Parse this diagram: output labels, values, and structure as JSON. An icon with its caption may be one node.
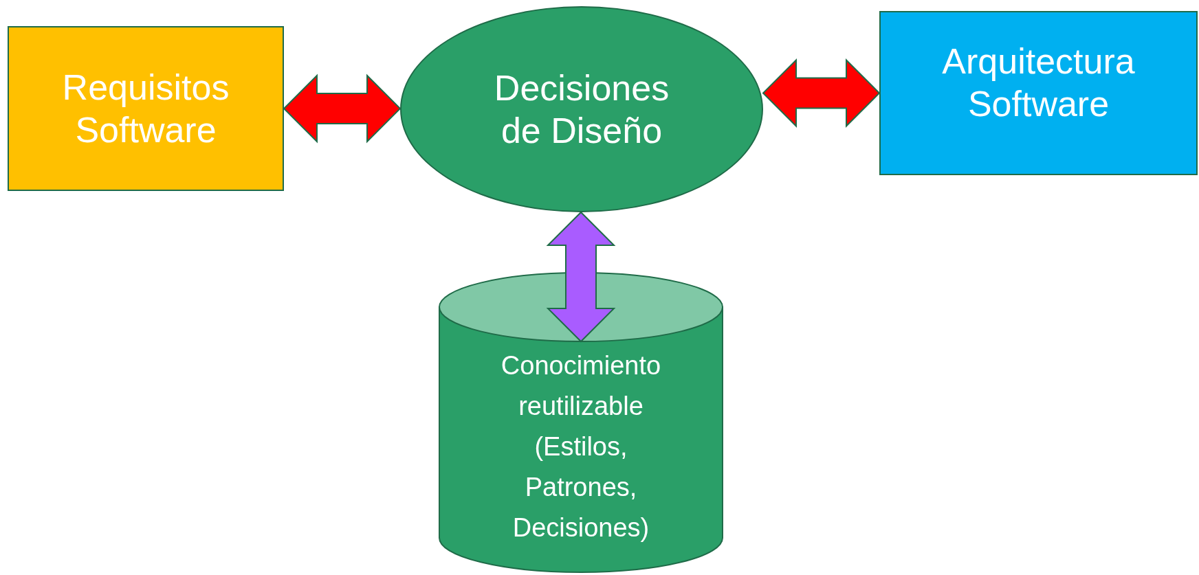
{
  "diagram": {
    "nodes": [
      {
        "text": [
          "Requisitos Software"
        ]
      },
      {
        "text": [
          "Decisiones de Diseño"
        ]
      },
      {
        "text": [
          "Arquitectura Software"
        ]
      },
      {
        "text": [
          "Conocimiento reutilizable (Estilos, Patrones, Decisiones)"
        ]
      }
    ],
    "edges": [
      {
        "from": 0,
        "to": 1,
        "arrow": "both"
      },
      {
        "from": 1,
        "to": 2,
        "arrow": "both"
      },
      {
        "from": 1,
        "to": 3,
        "arrow": "both",
        "color": "#a95cff"
      }
    ]
  }
}
